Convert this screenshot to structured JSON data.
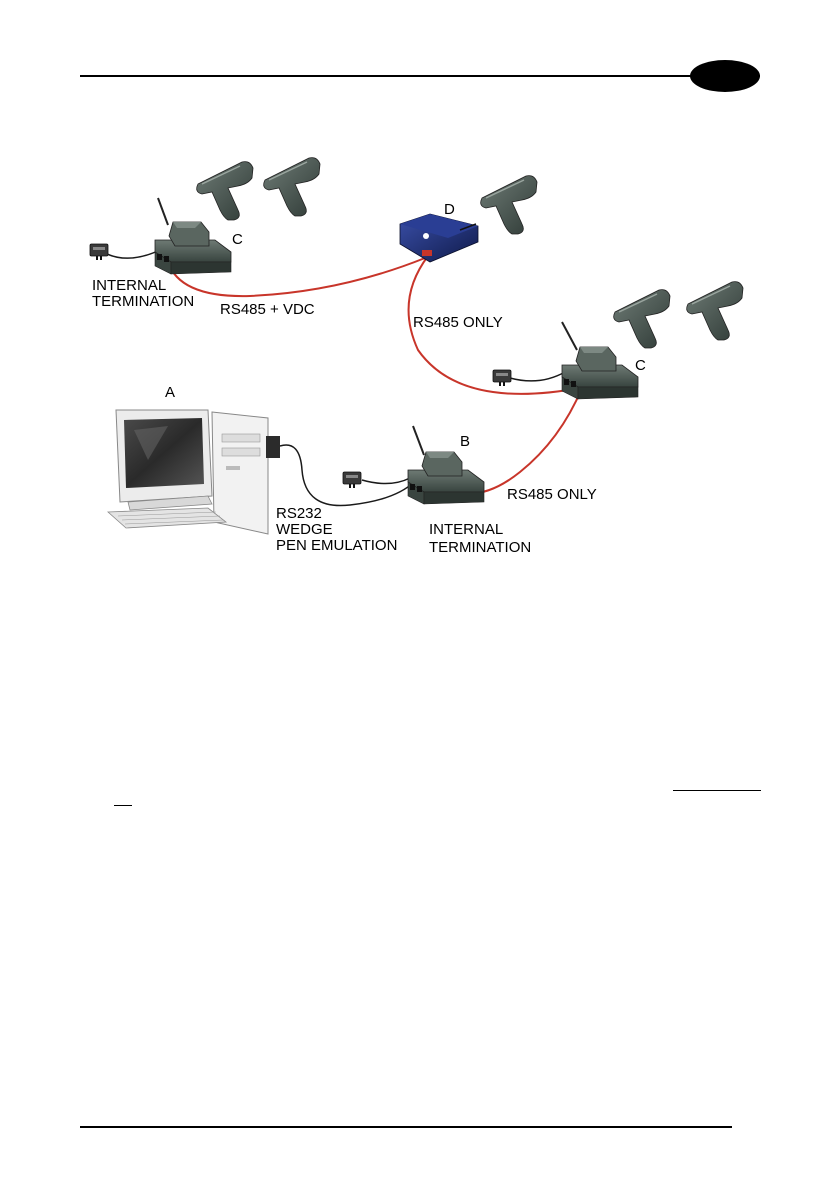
{
  "labels": {
    "node_c_top": "C",
    "node_d": "D",
    "node_c_right": "C",
    "node_a": "A",
    "node_b": "B",
    "internal_termination_top_1": "INTERNAL",
    "internal_termination_top_2": "TERMINATION",
    "rs485_vdc": "RS485 + VDC",
    "rs485_only_1": "RS485 ONLY",
    "rs485_only_2": "RS485 ONLY",
    "rs232_1": "RS232",
    "rs232_2": "WEDGE",
    "rs232_3": "PEN EMULATION",
    "internal_termination_bottom_1": "INTERNAL",
    "internal_termination_bottom_2": "TERMINATION"
  },
  "colors": {
    "rs485_cable": "#c8352a",
    "rs232_cable": "#1a1a1a",
    "cradle_body": "#4a5a52",
    "scanner_body": "#3d4a45",
    "converter_body": "#1c2a6b",
    "monitor_frame": "#e8e8e8"
  },
  "icons": [
    "scanner-icon",
    "cradle-icon",
    "power-adapter-icon",
    "converter-box-icon",
    "computer-icon"
  ]
}
